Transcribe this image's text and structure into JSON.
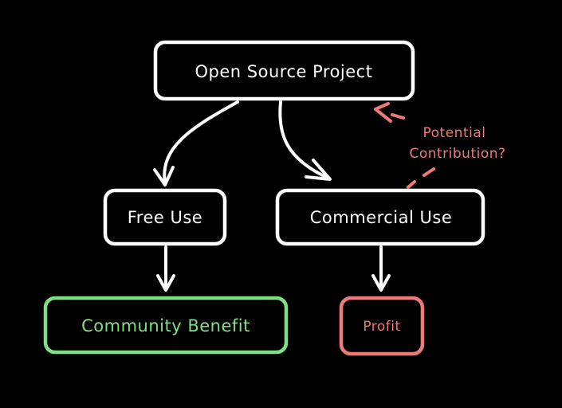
{
  "colors": {
    "background": "#000000",
    "default": "#ffffff",
    "benefit": "#7ee081",
    "profit": "#f07a7a"
  },
  "nodes": {
    "open_source_project": "Open Source Project",
    "free_use": "Free Use",
    "commercial_use": "Commercial Use",
    "community_benefit": "Community Benefit",
    "profit": "Profit"
  },
  "annotation": {
    "line1": "Potential",
    "line2": "Contribution?"
  }
}
